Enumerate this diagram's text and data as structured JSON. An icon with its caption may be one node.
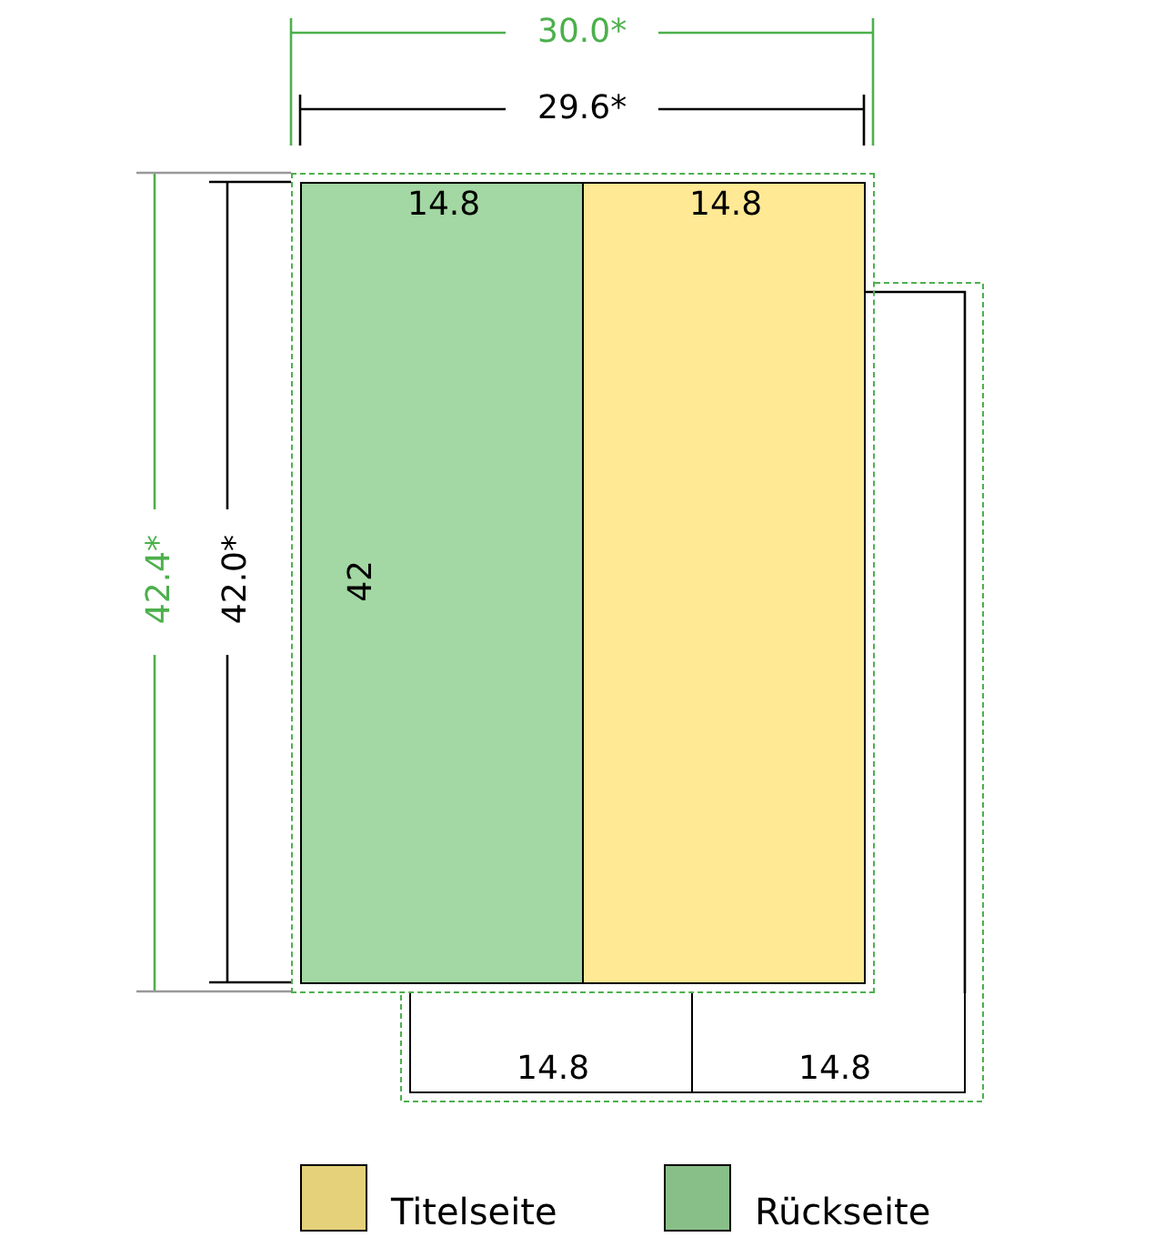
{
  "diagram": {
    "nodes": [
      {
        "text": [
          "14.8",
          "42"
        ]
      },
      {
        "text": [
          "14.8"
        ]
      },
      {
        "text": [
          "14.8"
        ]
      },
      {
        "text": [
          "14.8"
        ]
      }
    ],
    "labels": [
      "30.0*",
      "29.6*",
      "42.4*",
      "42.0*"
    ],
    "legend": [
      {
        "text": "Titelseite",
        "color": "#e5d17a"
      },
      {
        "text": "Rückseite",
        "color": "#88bf88"
      }
    ]
  }
}
